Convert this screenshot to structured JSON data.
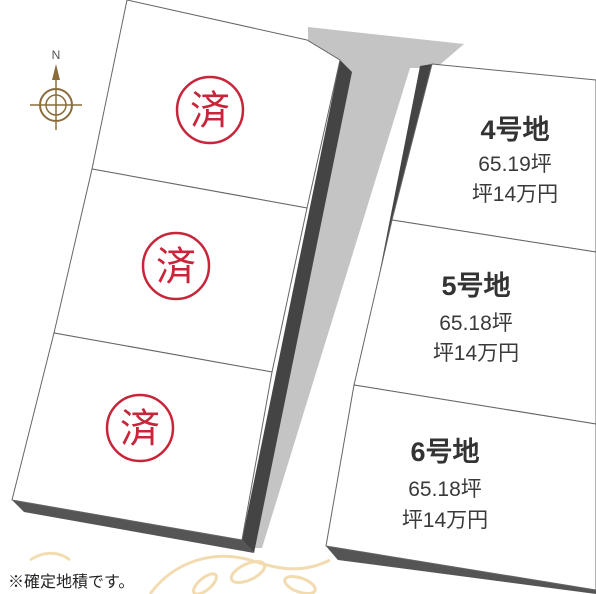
{
  "colors": {
    "road": "#c4c4c4",
    "lot_fill": "#ffffff",
    "lot_border": "#666666",
    "lot_shadow": "#444444",
    "sold_stamp": "#c8243a",
    "decor": "#f2d8a8"
  },
  "compass": {
    "north_label": "N",
    "icon": "compass-rose-icon"
  },
  "sold_lots": [
    {
      "stamp": "済",
      "status": "sold"
    },
    {
      "stamp": "済",
      "status": "sold"
    },
    {
      "stamp": "済",
      "status": "sold"
    }
  ],
  "lots": [
    {
      "name": "4号地",
      "area": "65.19坪",
      "price": "坪14万円"
    },
    {
      "name": "5号地",
      "area": "65.18坪",
      "price": "坪14万円"
    },
    {
      "name": "6号地",
      "area": "65.18坪",
      "price": "坪14万円"
    }
  ],
  "footnote": "※確定地積です。"
}
